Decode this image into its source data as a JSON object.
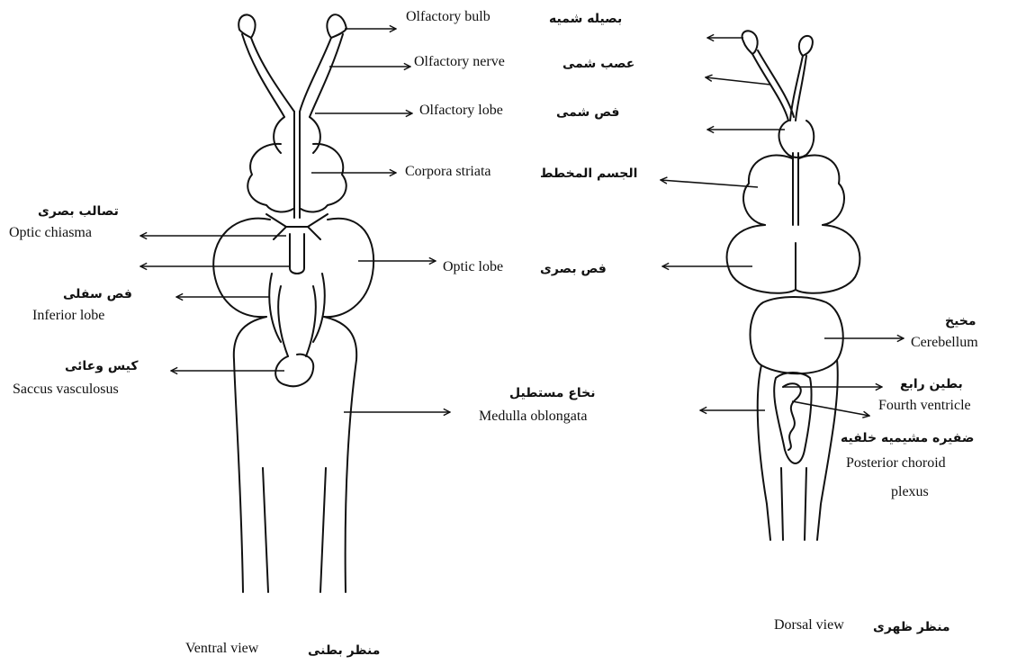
{
  "labels": {
    "olfactory_bulb": "Olfactory bulb",
    "olfactory_bulb_ar": "بصيله شميه",
    "olfactory_nerve": "Olfactory nerve",
    "olfactory_nerve_ar": "عصب شمى",
    "olfactory_lobe": "Olfactory lobe",
    "olfactory_lobe_ar": "فص شمى",
    "corpora_striata": "Corpora striata",
    "corpora_striata_ar": "الجسم المخطط",
    "optic_chiasma": "Optic chiasma",
    "optic_chiasma_ar": "تصالب بصرى",
    "optic_lobe": "Optic lobe",
    "optic_lobe_ar": "فص بصرى",
    "inferior_lobe": "Inferior lobe",
    "inferior_lobe_ar": "فص سفلى",
    "saccus_vasculosus": "Saccus vasculosus",
    "saccus_vasculosus_ar": "كيس وعائى",
    "medulla_oblongata": "Medulla oblongata",
    "medulla_oblongata_ar": "نخاع مستطيل",
    "cerebellum": "Cerebellum",
    "cerebellum_ar": "مخيخ",
    "fourth_ventricle": "Fourth ventricle",
    "fourth_ventricle_ar": "بطين رابع",
    "posterior_choroid_1": "Posterior choroid",
    "posterior_choroid_2": "plexus",
    "posterior_choroid_ar": "ضفيره مشيميه خلفيه"
  },
  "captions": {
    "ventral": "Ventral view",
    "ventral_ar": "منظر بطنى",
    "dorsal": "Dorsal view",
    "dorsal_ar": "منظر ظهرى"
  }
}
